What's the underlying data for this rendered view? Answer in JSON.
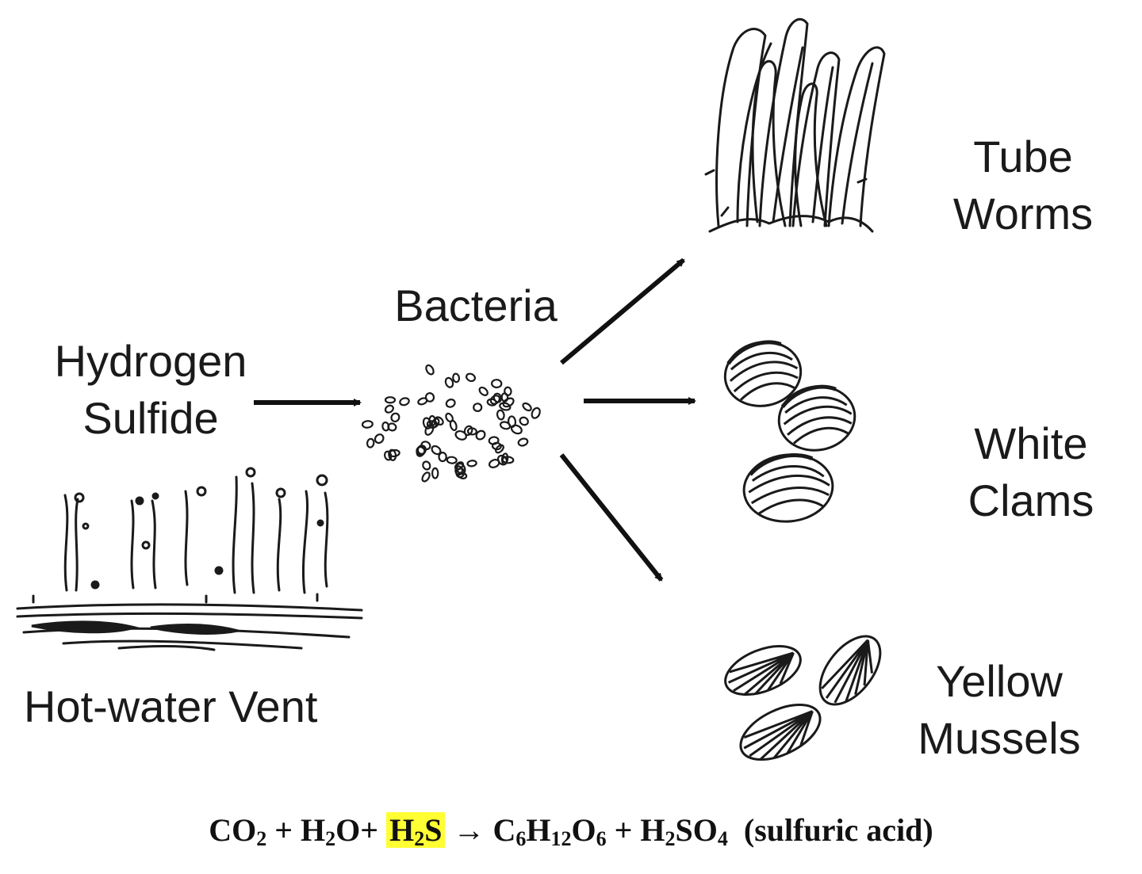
{
  "labels": {
    "tube_worms": [
      "Tube",
      "Worms"
    ],
    "bacteria": "Bacteria",
    "hydrogen_sulfide": [
      "Hydrogen",
      "Sulfide"
    ],
    "white_clams": [
      "White",
      "Clams"
    ],
    "yellow_mussels": [
      "Yellow",
      "Mussels"
    ],
    "hot_water_vent": "Hot-water Vent"
  },
  "equation": {
    "co2": "CO",
    "co2_sub": "2",
    "plus1": "+",
    "h2o_h": "H",
    "h2o_sub": "2",
    "h2o_o": "O+",
    "h2s_h": "H",
    "h2s_sub": "2",
    "h2s_s": "S",
    "arrow": "→",
    "gluc_c": "C",
    "gluc_c_sub": "6",
    "gluc_h": "H",
    "gluc_h_sub": "12",
    "gluc_o": "O",
    "gluc_o_sub": "6",
    "plus2": "+",
    "acid_h": "H",
    "acid_h_sub": "2",
    "acid_so": "SO",
    "acid_so_sub": "4",
    "acid_name": "(sulfuric acid)"
  },
  "colors": {
    "ink": "#1a1a1a",
    "highlight": "#ffff33",
    "background": "#ffffff"
  }
}
